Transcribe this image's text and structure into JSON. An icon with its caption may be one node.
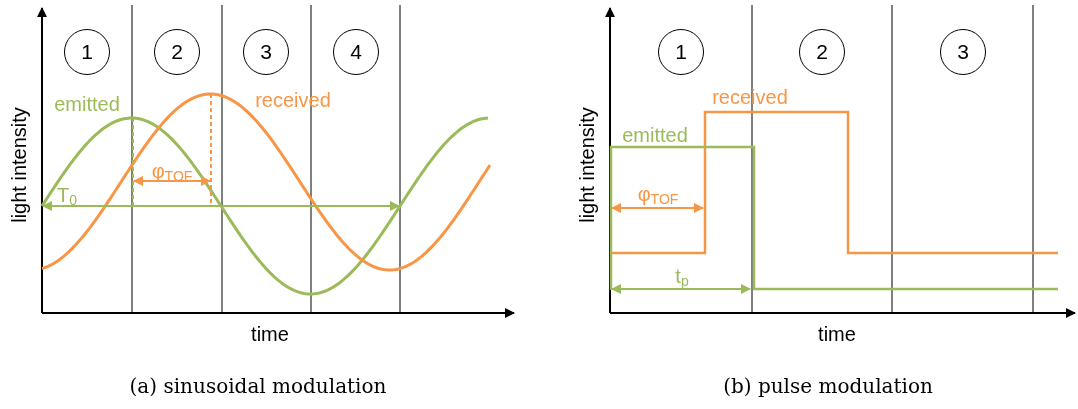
{
  "diagram": {
    "nodes": [
      {
        "text": [
          "1"
        ]
      },
      {
        "text": [
          "2"
        ]
      },
      {
        "text": [
          "3"
        ]
      },
      {
        "text": [
          "4"
        ]
      },
      {
        "text": [
          "1"
        ]
      },
      {
        "text": [
          "2"
        ]
      },
      {
        "text": [
          "3"
        ]
      }
    ],
    "labels": [
      "emitted",
      "received",
      "φ$_{TOF}$",
      "T$_{0}$",
      "light intensity",
      "time",
      "received",
      "emitted",
      "φ$_{TOF}$",
      "t$_{p}$",
      "light intensity",
      "time",
      "(a) sinusoidal modulation",
      "(b) pulse modulation"
    ]
  }
}
